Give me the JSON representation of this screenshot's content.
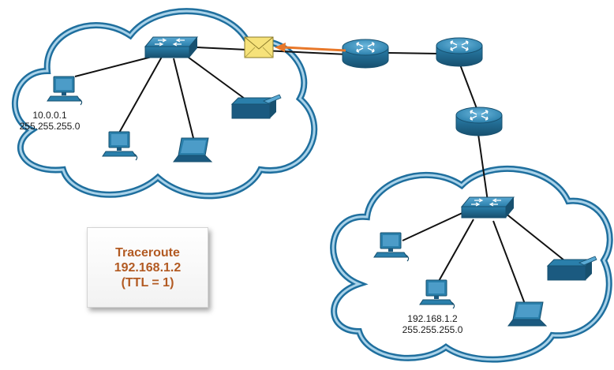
{
  "network_a": {
    "host": {
      "ip": "10.0.0.1",
      "mask": "255.255.255.0"
    }
  },
  "network_b": {
    "host": {
      "ip": "192.168.1.2",
      "mask": "255.255.255.0"
    }
  },
  "info_box": {
    "line1": "Traceroute",
    "line2": "192.168.1.2",
    "line3": "(TTL = 1)"
  },
  "colors": {
    "cloud_outer": "#1f6f9e",
    "cloud_inner": "#a9d2e9",
    "device_blue": "#2a7fab",
    "device_dark": "#1b5a80",
    "arrow": "#e8782a",
    "envelope": "#f6e27a",
    "info_text": "#b25a22"
  },
  "icons": [
    "cloud-icon",
    "switch-icon",
    "router-icon",
    "pc-icon",
    "laptop-icon",
    "printer-icon",
    "envelope-icon"
  ]
}
